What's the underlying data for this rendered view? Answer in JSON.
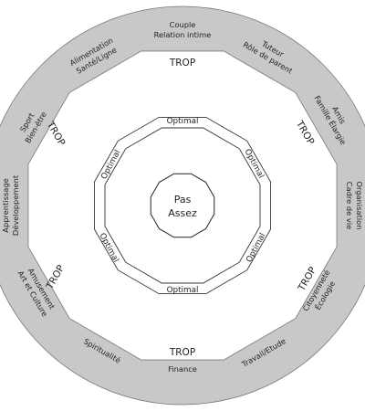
{
  "center_label": {
    "line1": "Pas",
    "line2": "Assez"
  },
  "optimal_label": "Optimal",
  "trop_label": "TROP",
  "categories": [
    {
      "line1": "Couple",
      "line2": "Relation intime"
    },
    {
      "line1": "Tuteur",
      "line2": "Rôle de parent"
    },
    {
      "line1": "Amis",
      "line2": "Famille Élargie"
    },
    {
      "line1": "Organisation",
      "line2": "Cadre de vie"
    },
    {
      "line1": "Citoyenneté",
      "line2": "Écologie"
    },
    {
      "line1": "Travail/Etude",
      "line2": ""
    },
    {
      "line1": "Finance",
      "line2": ""
    },
    {
      "line1": "Spiritualité",
      "line2": ""
    },
    {
      "line1": "Amusement",
      "line2": "Art et Culture"
    },
    {
      "line1": "Apprentissage",
      "line2": "Développement"
    },
    {
      "line1": "Sport",
      "line2": "Bien-être"
    },
    {
      "line1": "Alimentation",
      "line2": "Santé/Ligne"
    }
  ],
  "colors": {
    "ring": "#c8c8c8",
    "stroke": "#4a4a4a",
    "background": "#ffffff"
  }
}
